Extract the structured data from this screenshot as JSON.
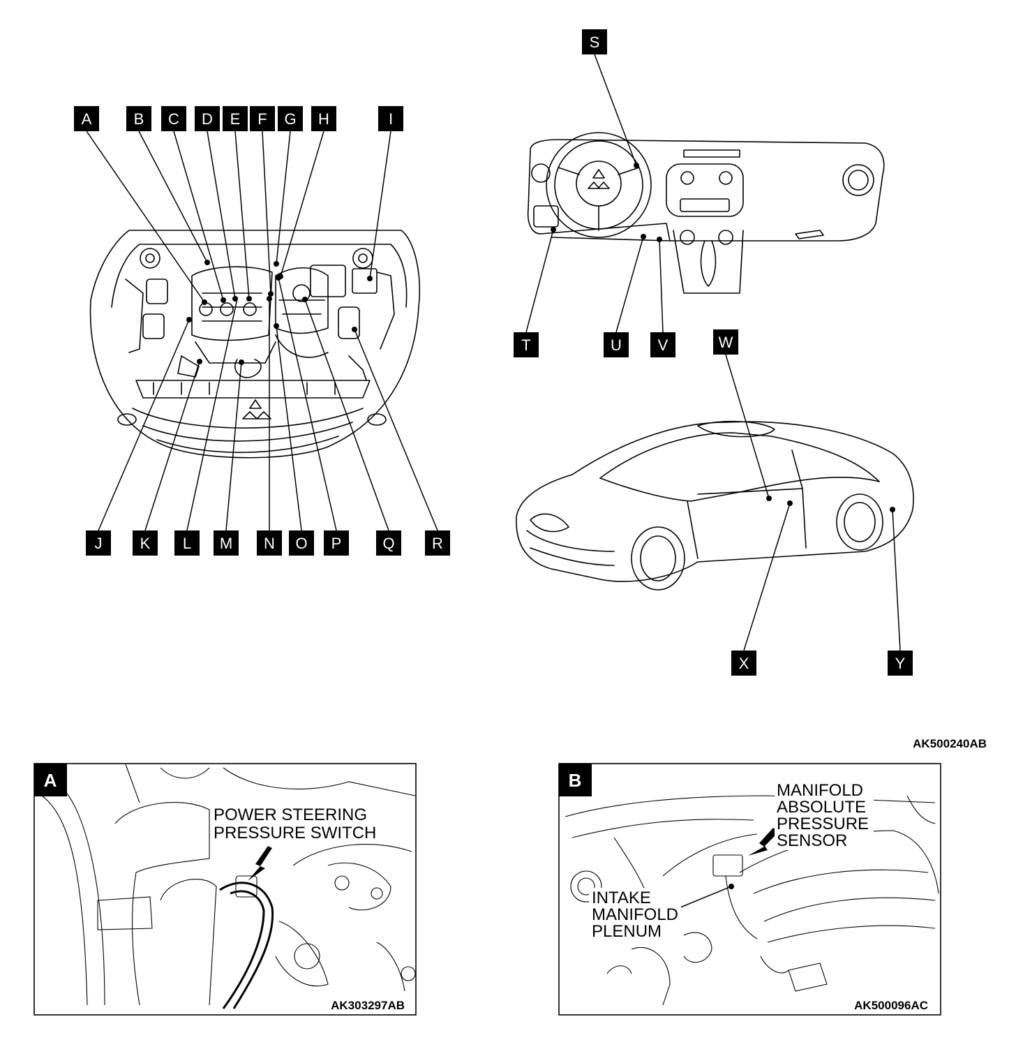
{
  "overview": {
    "figure_code": "AK500240AB",
    "labels": {
      "A": "A",
      "B": "B",
      "C": "C",
      "D": "D",
      "E": "E",
      "F": "F",
      "G": "G",
      "H": "H",
      "I": "I",
      "J": "J",
      "K": "K",
      "L": "L",
      "M": "M",
      "N": "N",
      "O": "O",
      "P": "P",
      "Q": "Q",
      "R": "R",
      "S": "S",
      "T": "T",
      "U": "U",
      "V": "V",
      "W": "W",
      "X": "X",
      "Y": "Y"
    }
  },
  "detail_a": {
    "letter": "A",
    "callout_line1": "POWER STEERING",
    "callout_line2": "PRESSURE SWITCH",
    "figure_code": "AK303297AB"
  },
  "detail_b": {
    "letter": "B",
    "callout_map_1": "MANIFOLD",
    "callout_map_2": "ABSOLUTE",
    "callout_map_3": "PRESSURE",
    "callout_map_4": "SENSOR",
    "callout_plenum_1": "INTAKE",
    "callout_plenum_2": "MANIFOLD",
    "callout_plenum_3": "PLENUM",
    "figure_code": "AK500096AC"
  }
}
